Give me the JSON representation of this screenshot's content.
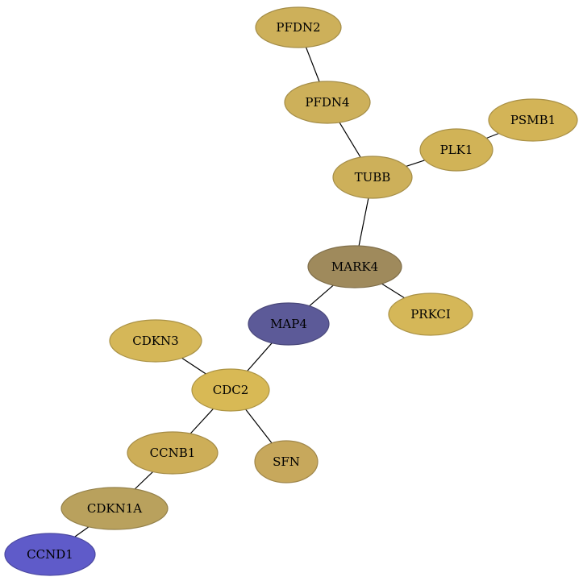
{
  "graph": {
    "nodes": [
      {
        "id": "PFDN2",
        "label": "PFDN2",
        "color": "#cdb05a"
      },
      {
        "id": "PFDN4",
        "label": "PFDN4",
        "color": "#cdb05a"
      },
      {
        "id": "PSMB1",
        "label": "PSMB1",
        "color": "#d3b457"
      },
      {
        "id": "PLK1",
        "label": "PLK1",
        "color": "#d1b357"
      },
      {
        "id": "TUBB",
        "label": "TUBB",
        "color": "#cdb05a"
      },
      {
        "id": "MARK4",
        "label": "MARK4",
        "color": "#9f8a5c"
      },
      {
        "id": "PRKCI",
        "label": "PRKCI",
        "color": "#d5b758"
      },
      {
        "id": "MAP4",
        "label": "MAP4",
        "color": "#5c5a98"
      },
      {
        "id": "CDKN3",
        "label": "CDKN3",
        "color": "#d5b758"
      },
      {
        "id": "CDC2",
        "label": "CDC2",
        "color": "#d8b955"
      },
      {
        "id": "CCNB1",
        "label": "CCNB1",
        "color": "#cdae58"
      },
      {
        "id": "SFN",
        "label": "SFN",
        "color": "#c7a85c"
      },
      {
        "id": "CDKN1A",
        "label": "CDKN1A",
        "color": "#b9a15d"
      },
      {
        "id": "CCND1",
        "label": "CCND1",
        "color": "#5f5bc9"
      }
    ],
    "edges": [
      [
        "PFDN2",
        "PFDN4"
      ],
      [
        "PFDN4",
        "TUBB"
      ],
      [
        "TUBB",
        "PLK1"
      ],
      [
        "PLK1",
        "PSMB1"
      ],
      [
        "TUBB",
        "MARK4"
      ],
      [
        "MARK4",
        "PRKCI"
      ],
      [
        "MARK4",
        "MAP4"
      ],
      [
        "MAP4",
        "CDC2"
      ],
      [
        "CDKN3",
        "CDC2"
      ],
      [
        "CDC2",
        "CCNB1"
      ],
      [
        "CDC2",
        "SFN"
      ],
      [
        "CCNB1",
        "CDKN1A"
      ],
      [
        "CDKN1A",
        "CCND1"
      ]
    ]
  }
}
